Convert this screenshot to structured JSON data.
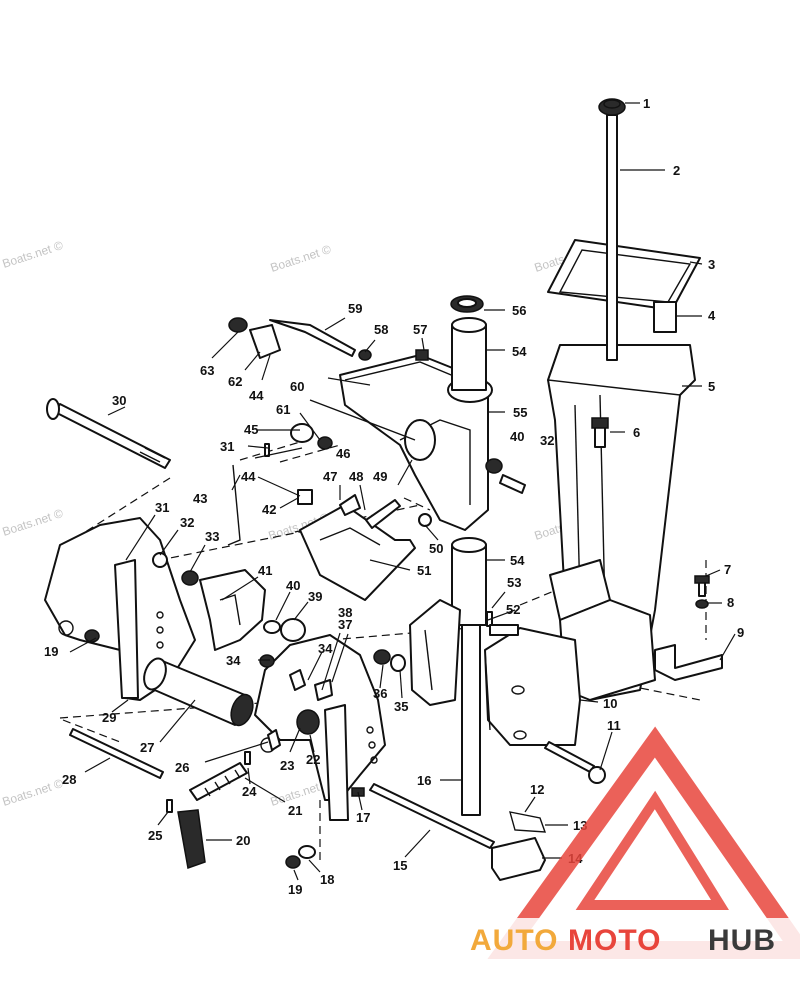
{
  "watermark": "Boats.net ©",
  "logo": {
    "part1": "AUTO",
    "part2": "MOTO",
    "part3": "HUB",
    "color_orange": "#f2a93b",
    "color_red": "#e8453c",
    "color_dark": "#3a3a3a"
  },
  "callouts": [
    "1",
    "2",
    "3",
    "4",
    "5",
    "6",
    "7",
    "8",
    "9",
    "10",
    "11",
    "12",
    "13",
    "14",
    "15",
    "16",
    "17",
    "18",
    "19",
    "19",
    "20",
    "21",
    "22",
    "23",
    "24",
    "25",
    "26",
    "27",
    "28",
    "29",
    "30",
    "31",
    "31",
    "32",
    "32",
    "33",
    "34",
    "34",
    "35",
    "36",
    "37",
    "38",
    "39",
    "40",
    "40",
    "41",
    "42",
    "43",
    "44",
    "44",
    "45",
    "46",
    "47",
    "48",
    "49",
    "50",
    "51",
    "52",
    "53",
    "54",
    "54",
    "55",
    "56",
    "57",
    "58",
    "59",
    "60",
    "61",
    "62",
    "63"
  ]
}
